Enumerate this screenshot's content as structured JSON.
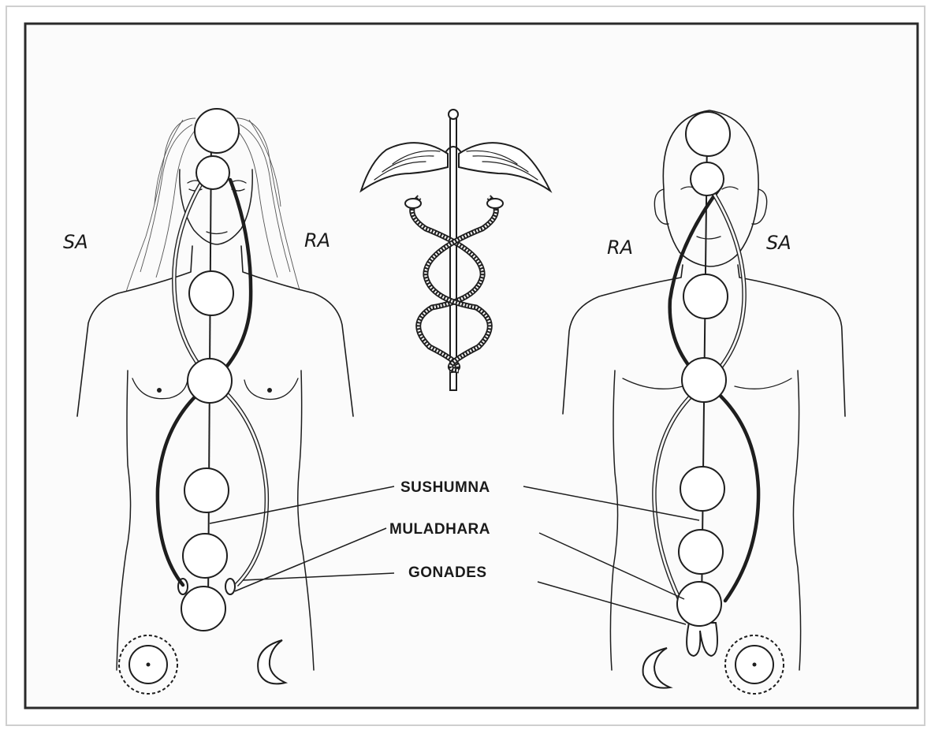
{
  "figure": {
    "labels": {
      "sushumna": "SUSHUMNA",
      "muladhara": "MULADHARA",
      "gonades": "GONADES"
    },
    "female": {
      "left_side": "SA",
      "right_side": "RA"
    },
    "male": {
      "left_side": "RA",
      "right_side": "SA"
    }
  }
}
